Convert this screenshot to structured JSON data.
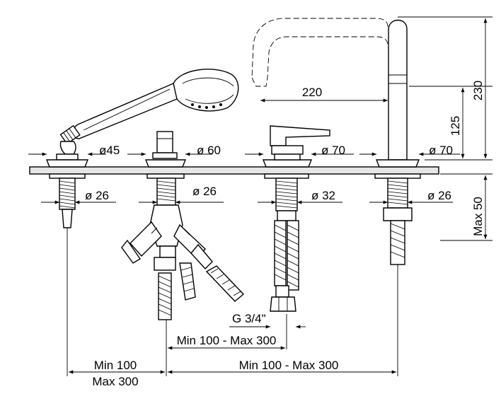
{
  "dimensions": {
    "spout_reach": "220",
    "spout_height": "230",
    "spout_lever_height": "125",
    "deck_thickness_max": "Max 50",
    "handshower_flange": "ø45",
    "diverter_flange": "ø 60",
    "mixer_flange": "ø 70",
    "spout_flange": "ø 70",
    "handshower_shank": "ø 26",
    "diverter_shank": "ø 26",
    "mixer_shank": "ø 32",
    "spout_shank": "ø 26",
    "connection_thread": "G 3/4\"",
    "diverter_to_mixer": "Min 100 - Max 300",
    "handshower_to_diverter_min": "Min 100",
    "handshower_to_diverter_max": "Max 300",
    "diverter_to_spout": "Min 100 - Max 300"
  }
}
